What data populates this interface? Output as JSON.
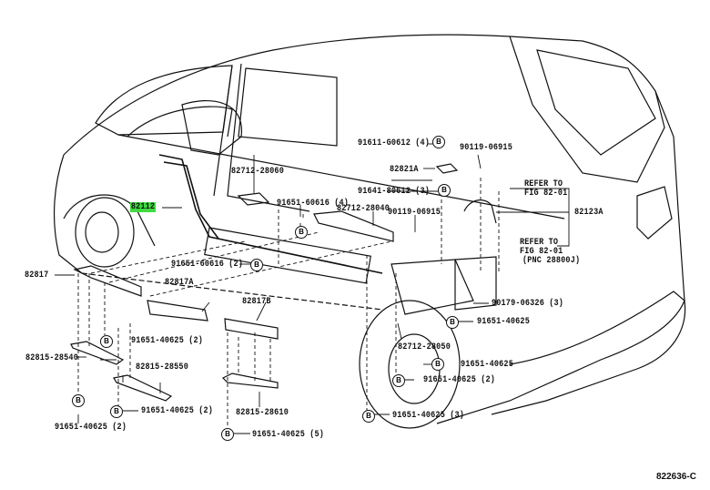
{
  "diagram": {
    "title": "Toyota minivan body underbody parts diagram",
    "code": "822636-C",
    "highlight_color": "#3fdc3f",
    "bolt_symbol": "B",
    "refer_notes": [
      {
        "line1": "REFER TO",
        "line2": "FIG 82-01",
        "line3": ""
      },
      {
        "line1": "REFER TO",
        "line2": "FIG 82-01",
        "line3": "(PNC 28800J)"
      }
    ],
    "labels": {
      "p82112": "82112",
      "p82712_28060": "82712-28060",
      "p91611_g0612": "91611-G0612 (4)",
      "p82821a": "82821A",
      "p90119_06915_top": "90119-06915",
      "p91641_80612": "91641-80612 (3)",
      "p91651_60616_4": "91651-60616 (4)",
      "p82712_28040": "82712-28040",
      "p90119_06915_mid": "90119-06915",
      "p82123a": "82123A",
      "p82817": "82817",
      "p91651_60616_2": "91651-60616 (2)",
      "p82817a": "82817A",
      "p82817b": "82817B",
      "p90179_06326": "90179-06326 (3)",
      "p91651_40625_right": "91651-40625",
      "p91651_40625_left2": "91651-40625 (2)",
      "p82815_28540": "82815-28540",
      "p82815_28550": "82815-28550",
      "p82712_28050": "82712-28050",
      "p91651_40625_mid": "91651-40625",
      "p91651_40625_mid2": "91651-40625 (2)",
      "p91651_40625_lower2": "91651-40625 (2)",
      "p91651_40625_bottom2": "91651-40625 (2)",
      "p82815_28610": "82815-28610",
      "p91651_40625_3": "91651-40625 (3)",
      "p91651_40625_5": "91651-40625 (5)"
    }
  }
}
